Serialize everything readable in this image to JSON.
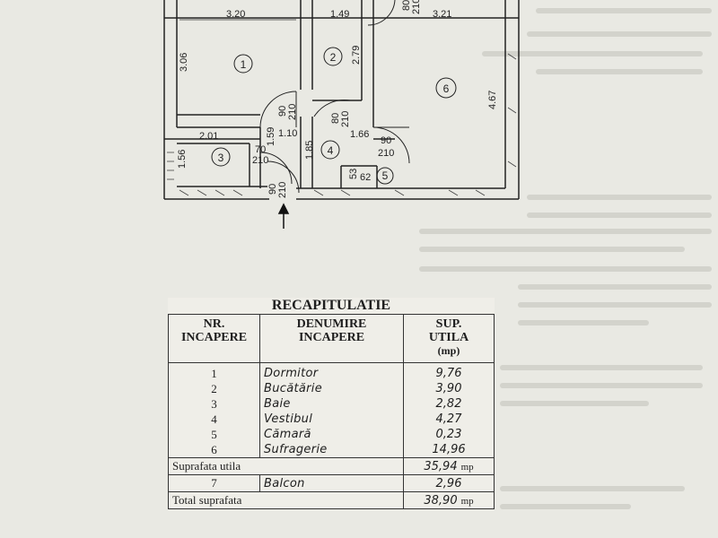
{
  "plan": {
    "dimensions": {
      "d_3_20": "3.20",
      "d_1_49": "1.49",
      "d_3_21": "3.21",
      "d_3_06": "3.06",
      "d_2_79": "2.79",
      "d_4_67": "4.67",
      "d_1_59": "1.59",
      "d_1_10": "1.10",
      "d_2_01": "2.01",
      "d_1_56": "1.56",
      "d_1_85": "1.85",
      "d_1_66": "1.66",
      "d_53": "53",
      "d_62": "62"
    },
    "doors": {
      "door_90_210_a_w": "90",
      "door_90_210_a_h": "210",
      "door_80_210_w": "80",
      "door_80_210_h": "210",
      "door_70_210_w": "70",
      "door_70_210_h": "210",
      "door_90_210_b_w": "90",
      "door_90_210_b_h": "210",
      "door_90_210_c_w": "90",
      "door_90_210_c_h": "210",
      "door_top_w": "80",
      "door_top_h": "210"
    },
    "room_labels": [
      "1",
      "2",
      "3",
      "4",
      "5",
      "6"
    ]
  },
  "recap": {
    "title": "RECAPITULATIE",
    "headers": {
      "nr": "NR.",
      "nr2": "INCAPERE",
      "name": "DENUMIRE",
      "name2": "INCAPERE",
      "area": "SUP.",
      "area2": "UTILA",
      "area_unit": "(mp)"
    },
    "rows": [
      {
        "nr": "1",
        "name": "Dormitor",
        "area": "9,76"
      },
      {
        "nr": "2",
        "name": "Bucătărie",
        "area": "3,90"
      },
      {
        "nr": "3",
        "name": "Baie",
        "area": "2,82"
      },
      {
        "nr": "4",
        "name": "Vestibul",
        "area": "4,27"
      },
      {
        "nr": "5",
        "name": "Cămară",
        "area": "0,23"
      },
      {
        "nr": "6",
        "name": "Sufragerie",
        "area": "14,96"
      }
    ],
    "useful_label": "Suprafata utila",
    "useful_value": "35,94",
    "unit": "mp",
    "balcony": {
      "nr": "7",
      "name": "Balcon",
      "area": "2,96"
    },
    "total_label": "Total suprafata",
    "total_value": "38,90"
  }
}
